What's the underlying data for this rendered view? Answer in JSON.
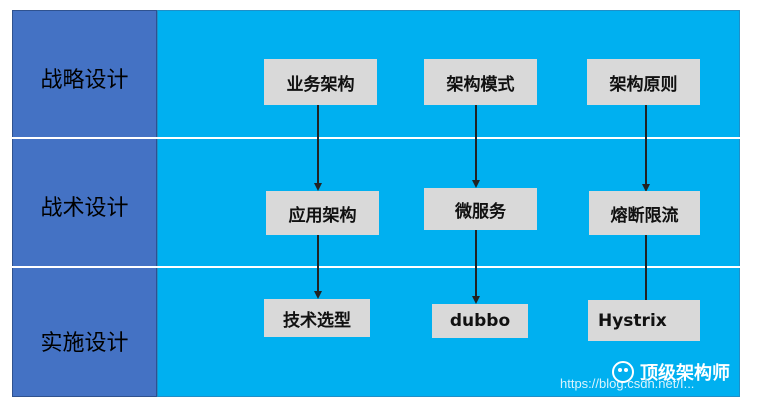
{
  "rows": [
    {
      "label": "战略设计"
    },
    {
      "label": "战术设计"
    },
    {
      "label": "实施设计"
    }
  ],
  "nodes": {
    "business_architecture": "业务架构",
    "architecture_pattern": "架构模式",
    "architecture_principle": "架构原则",
    "application_architecture": "应用架构",
    "microservices": "微服务",
    "circuit_breaking_rate_limiting": "熔断限流",
    "technology_selection": "技术选型",
    "dubbo": "dubbo",
    "hystrix": "Hystrix"
  },
  "edges": [
    {
      "from": "业务架构",
      "to": "应用架构"
    },
    {
      "from": "应用架构",
      "to": "技术选型"
    },
    {
      "from": "架构模式",
      "to": "微服务"
    },
    {
      "from": "微服务",
      "to": "dubbo"
    },
    {
      "from": "架构原则",
      "to": "熔断限流"
    },
    {
      "from": "熔断限流",
      "to": "Hystrix"
    }
  ],
  "watermark": {
    "url": "https://blog.csdn.net/I...",
    "brand": "顶级架构师"
  },
  "colors": {
    "left_column": "#4472c4",
    "main_area": "#00b0f0",
    "box": "#d9d9d9",
    "arrow": "#222222"
  }
}
